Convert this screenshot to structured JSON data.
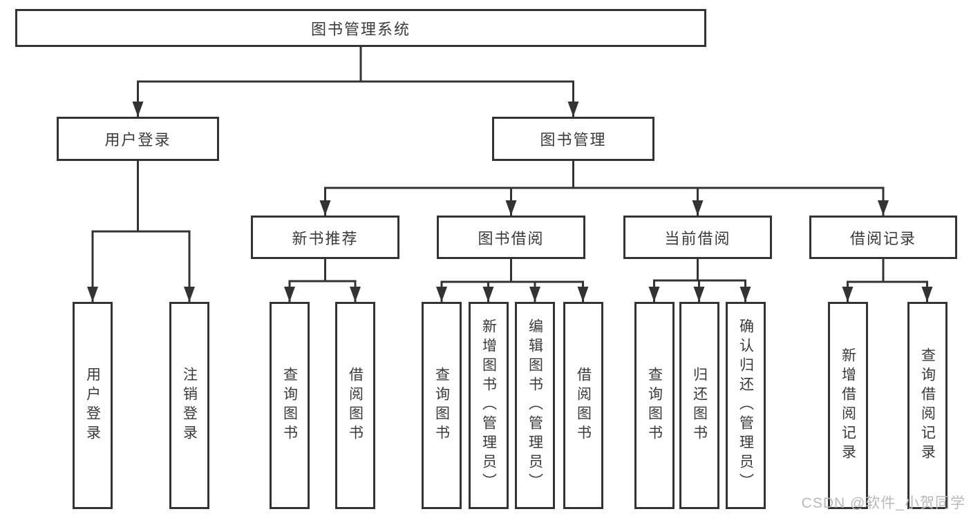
{
  "diagram_title": "图书管理系统",
  "watermark": "CSDN @软件_小贺同学",
  "colors": {
    "line": "#333333",
    "box_border": "#333333",
    "text": "#3a3a3a",
    "background": "#ffffff",
    "watermark": "#b9b9b9"
  },
  "tree": {
    "root": {
      "label": "图书管理系统"
    },
    "branches": [
      {
        "label": "用户登录",
        "children": [
          {
            "label": "用户登录"
          },
          {
            "label": "注销登录"
          }
        ]
      },
      {
        "label": "图书管理",
        "children": [
          {
            "label": "新书推荐",
            "children": [
              {
                "label": "查询图书"
              },
              {
                "label": "借阅图书"
              }
            ]
          },
          {
            "label": "图书借阅",
            "children": [
              {
                "label": "查询图书"
              },
              {
                "label": "新增图书（管理员）"
              },
              {
                "label": "编辑图书（管理员）"
              },
              {
                "label": "借阅图书"
              }
            ]
          },
          {
            "label": "当前借阅",
            "children": [
              {
                "label": "查询图书"
              },
              {
                "label": "归还图书"
              },
              {
                "label": "确认归还（管理员）"
              }
            ]
          },
          {
            "label": "借阅记录",
            "children": [
              {
                "label": "新增借阅记录"
              },
              {
                "label": "查询借阅记录"
              }
            ]
          }
        ]
      }
    ]
  }
}
